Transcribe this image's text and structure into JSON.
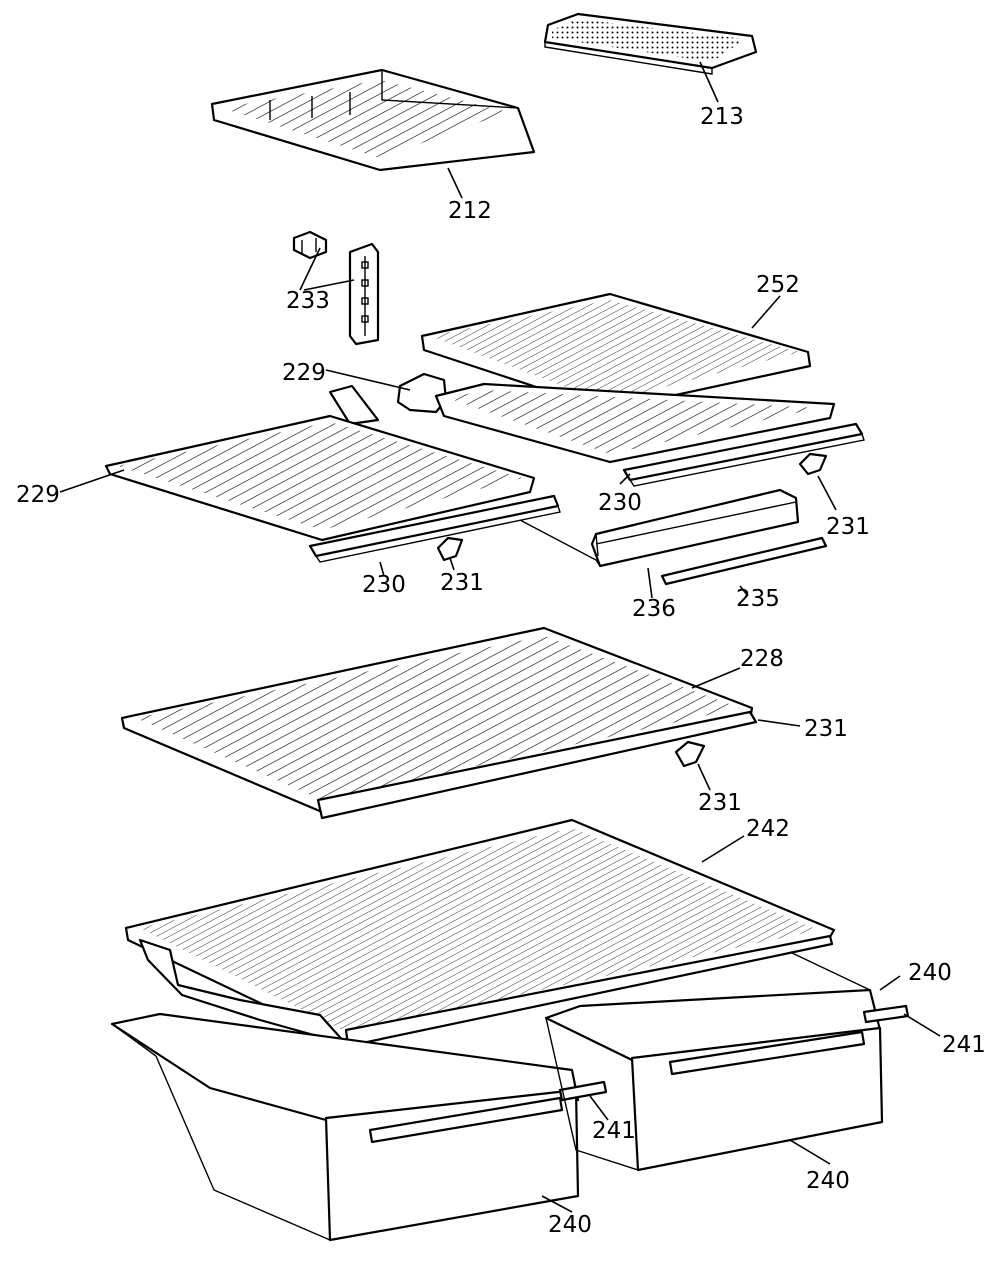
{
  "callouts": {
    "c213": "213",
    "c212": "212",
    "c233": "233",
    "c252": "252",
    "c229a": "229",
    "c229b": "229",
    "c230a": "230",
    "c231a": "231",
    "c230b": "230",
    "c231b": "231",
    "c236": "236",
    "c235": "235",
    "c228": "228",
    "c231c": "231",
    "c231d": "231",
    "c242": "242",
    "c240a": "240",
    "c241a": "241",
    "c241b": "241",
    "c240b": "240",
    "c240c": "240"
  }
}
